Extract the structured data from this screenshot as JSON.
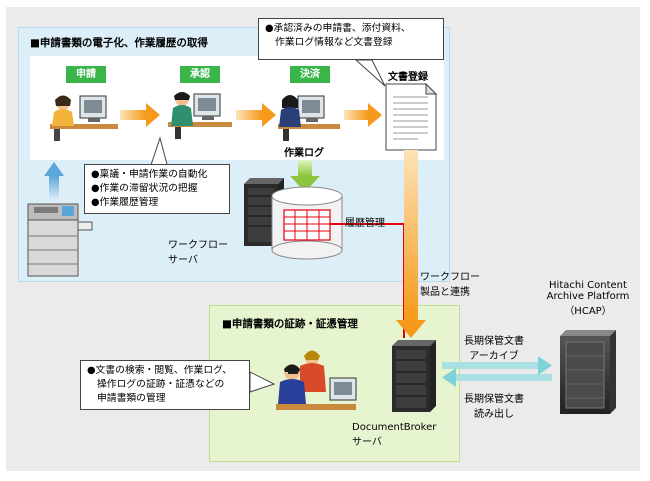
{
  "top_section": {
    "title": "■申請書類の電子化、作業履歴の取得",
    "steps": [
      "申請",
      "承認",
      "決済"
    ],
    "document_label": "文書登録",
    "work_log_label": "作業ログ",
    "top_callout": [
      "●承認済みの申請書、添付資料、",
      "作業ログ情報など文書登録"
    ],
    "left_callout": [
      "●稟議・申請作業の自動化",
      "●作業の滞留状況の把握",
      "●作業履歴管理"
    ],
    "history_label": "履歴管理",
    "workflow_server_label": [
      "ワークフロー",
      "サーバ"
    ]
  },
  "link_label": [
    "ワークフロー",
    "製品と連携"
  ],
  "bottom_section": {
    "title": "■申請書類の証跡・証憑管理",
    "callout": [
      "●文書の検索・閲覧、作業ログ、",
      "操作ログの証跡・証憑などの",
      "申請書類の管理"
    ],
    "server_label": [
      "DocumentBroker",
      "サーバ"
    ]
  },
  "archive": {
    "label": [
      "Hitachi Content",
      "Archive Platform",
      "（HCAP）"
    ],
    "to_label": [
      "長期保管文書",
      "アーカイブ"
    ],
    "from_label": [
      "長期保管文書",
      "読み出し"
    ]
  },
  "colors": {
    "blue_panel": "#dceef8",
    "green_panel": "#e6f5cf",
    "step_green": "#39b54a",
    "flow_arrow": "#f7a533",
    "history_line": "#e60012",
    "archive_arrow": "#7fd3d8"
  }
}
